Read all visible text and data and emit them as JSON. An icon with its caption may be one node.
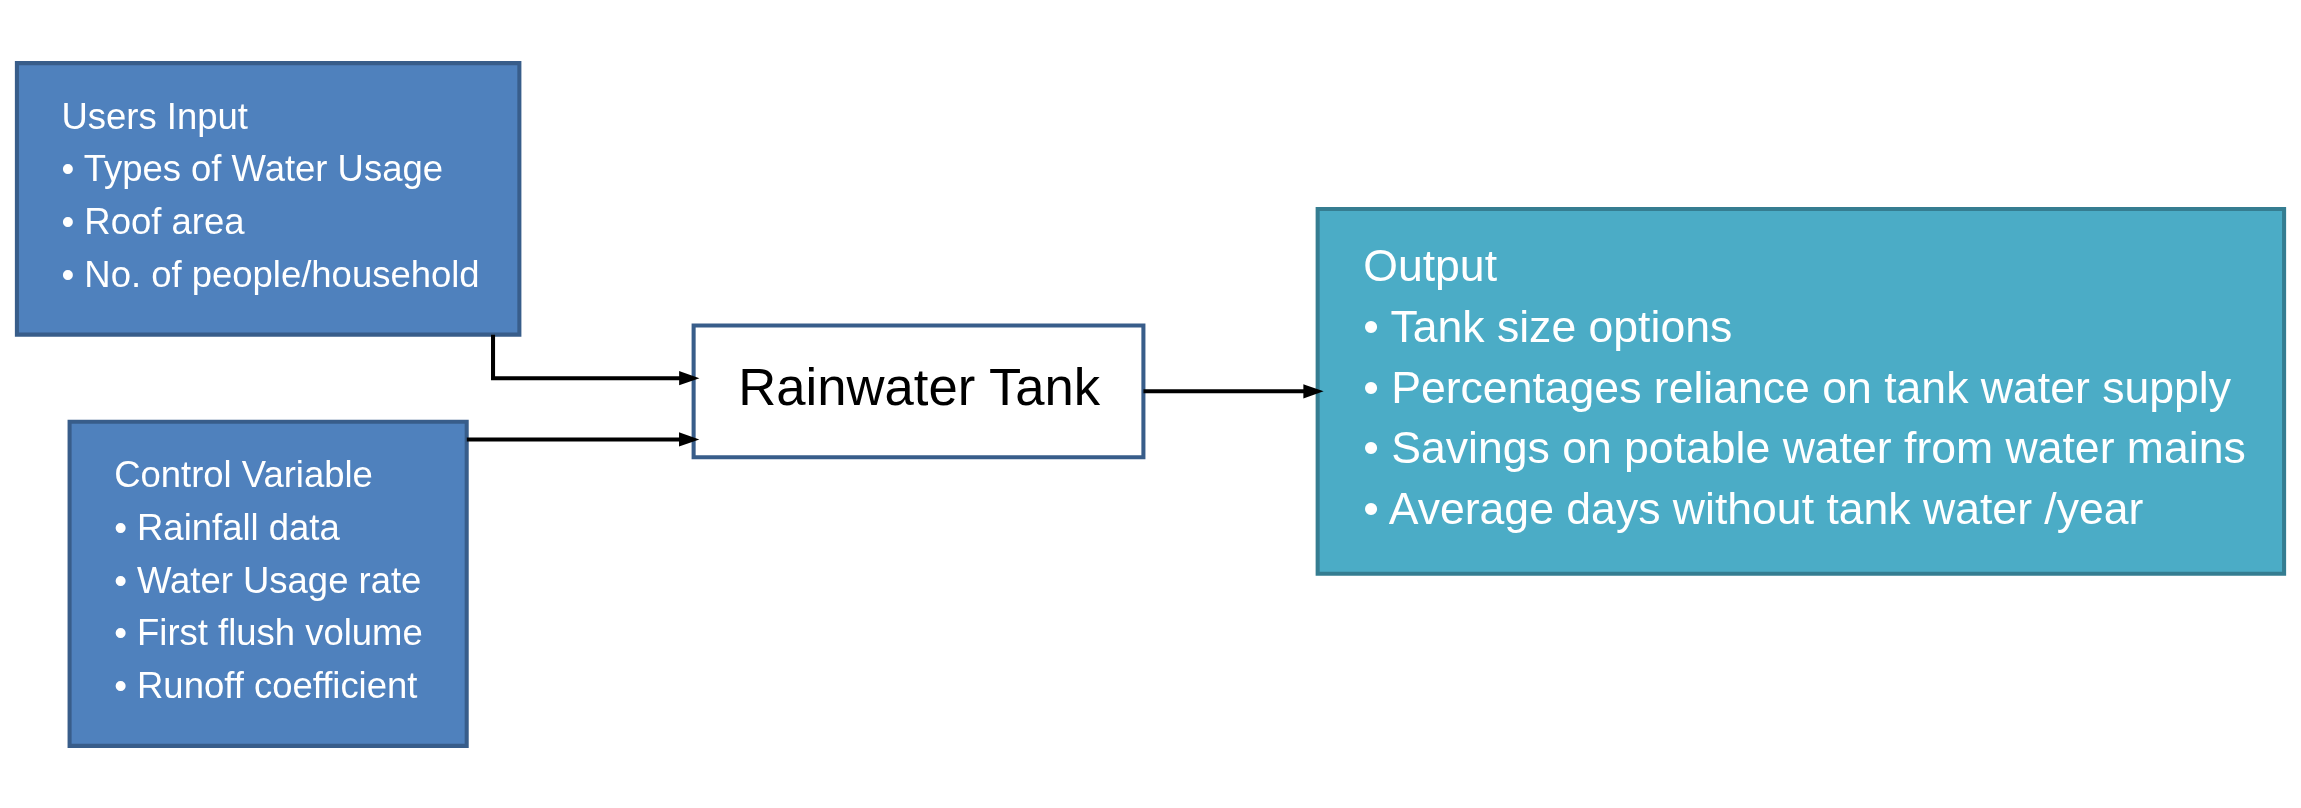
{
  "diagram": {
    "nodes": [
      {
        "text": [
          "Users Input",
          "• Types of Water Usage",
          "• Roof area",
          "• No. of people/household"
        ]
      },
      {
        "text": [
          "Control Variable",
          "• Rainfall data",
          "• Water Usage rate",
          "• First flush volume",
          "• Runoff coefficient"
        ]
      },
      {
        "text": [
          "Rainwater Tank"
        ]
      },
      {
        "text": [
          "Output",
          "• Tank size options",
          "• Percentages reliance on tank water supply",
          "• Savings on potable water from water mains",
          "• Average days without tank water /year"
        ]
      }
    ],
    "edges": [
      {
        "from": 0,
        "to": 2,
        "arrow": "to"
      },
      {
        "from": 1,
        "to": 2,
        "arrow": "to"
      },
      {
        "from": 2,
        "to": 3,
        "arrow": "to"
      }
    ]
  }
}
